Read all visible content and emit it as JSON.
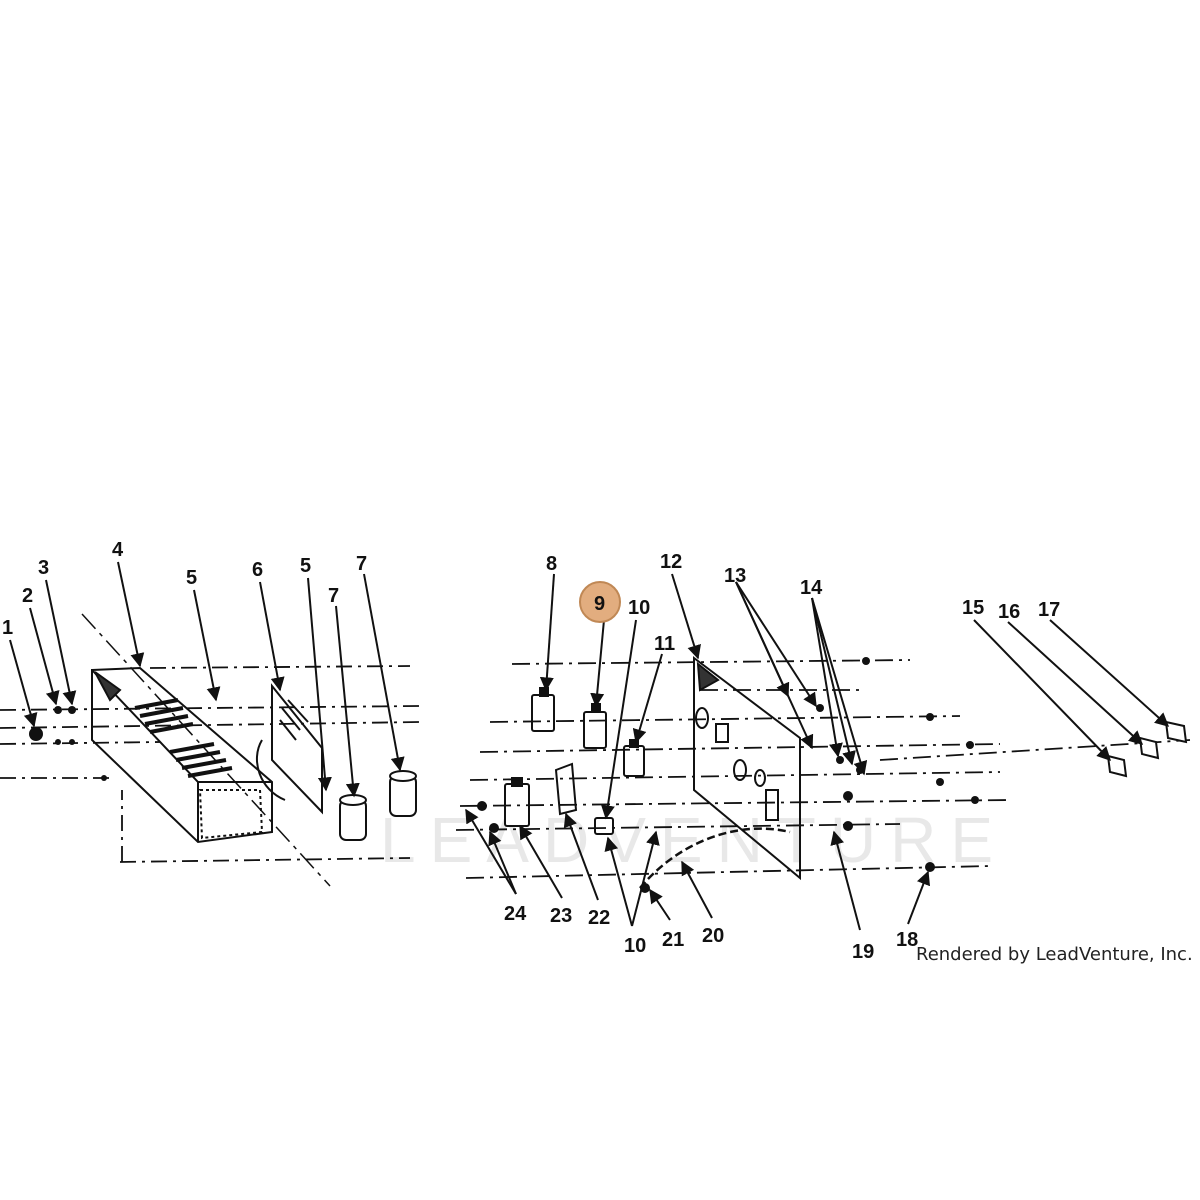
{
  "diagram": {
    "highlight_color": "#e2ad7f",
    "highlight_stroke": "#c08855",
    "callouts": {
      "c1": "1",
      "c2": "2",
      "c3": "3",
      "c4": "4",
      "c5a": "5",
      "c6": "6",
      "c5b": "5",
      "c7a": "7",
      "c7b": "7",
      "c8": "8",
      "c9": "9",
      "c10a": "10",
      "c11": "11",
      "c12": "12",
      "c13": "13",
      "c14": "14",
      "c15": "15",
      "c16": "16",
      "c17": "17",
      "c24": "24",
      "c23": "23",
      "c22": "22",
      "c10b": "10",
      "c21": "21",
      "c20": "20",
      "c19": "19",
      "c18": "18"
    },
    "highlighted_callout": "9"
  },
  "watermark": "LEADVENTURE",
  "credit": "Rendered by LeadVenture, Inc."
}
